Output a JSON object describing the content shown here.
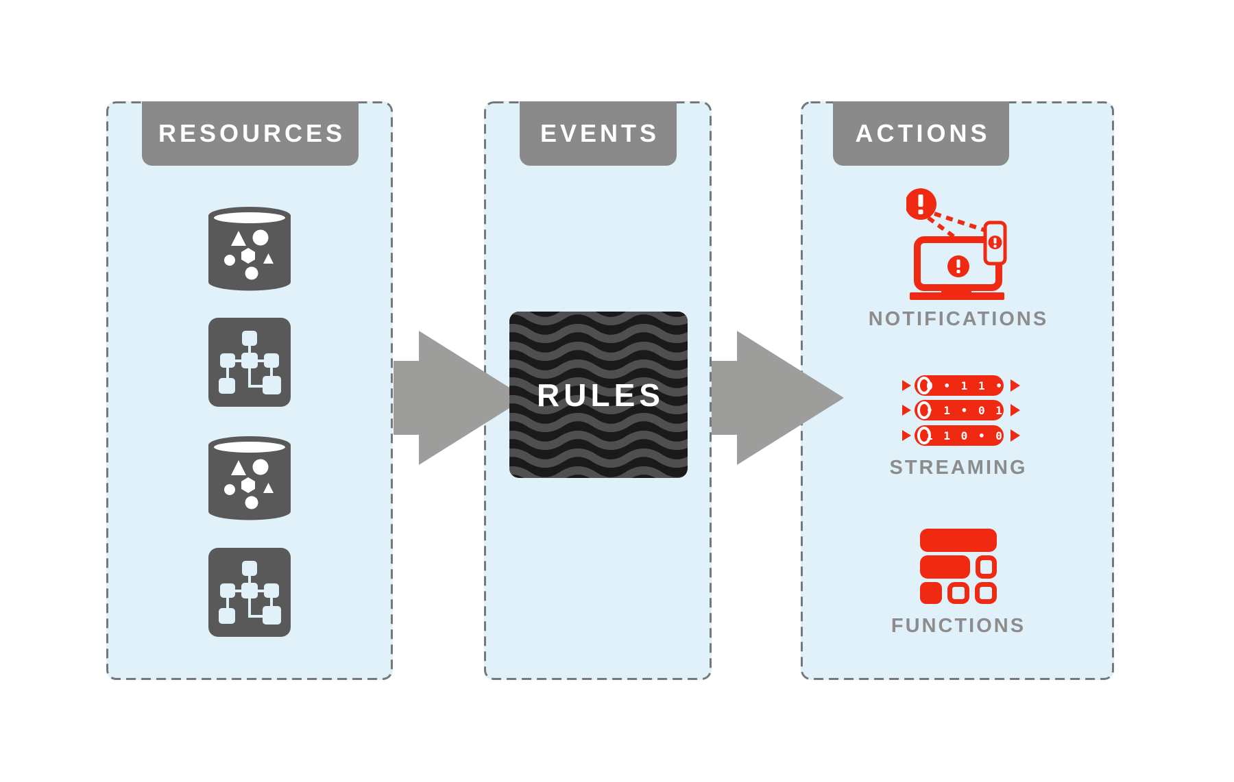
{
  "diagram": {
    "panels": [
      {
        "title": "RESOURCES"
      },
      {
        "title": "EVENTS"
      },
      {
        "title": "ACTIONS"
      }
    ],
    "resources_icons": [
      "database-icon",
      "schema-icon",
      "database-icon",
      "schema-icon"
    ],
    "rules": {
      "label": "RULES"
    },
    "actions": {
      "notifications_label": "NOTIFICATIONS",
      "streaming_label": "STREAMING",
      "functions_label": "FUNCTIONS",
      "streaming_bits": [
        "0 • 1 1 •",
        "• 1 • 0 1",
        "1 1 0 • 0"
      ]
    },
    "colors": {
      "panel_background": "#e0f1f9",
      "panel_border": "#75787b",
      "header_badge": "#8a8a8a",
      "resource_icon_gray": "#595959",
      "arrow_gray": "#9d9d9c",
      "action_red": "#ef2912",
      "action_label_gray": "#8c8c8c",
      "rules_background": "#1a1a1a",
      "rules_wave": "#4f4f4f",
      "page_background": "#ffffff"
    }
  }
}
